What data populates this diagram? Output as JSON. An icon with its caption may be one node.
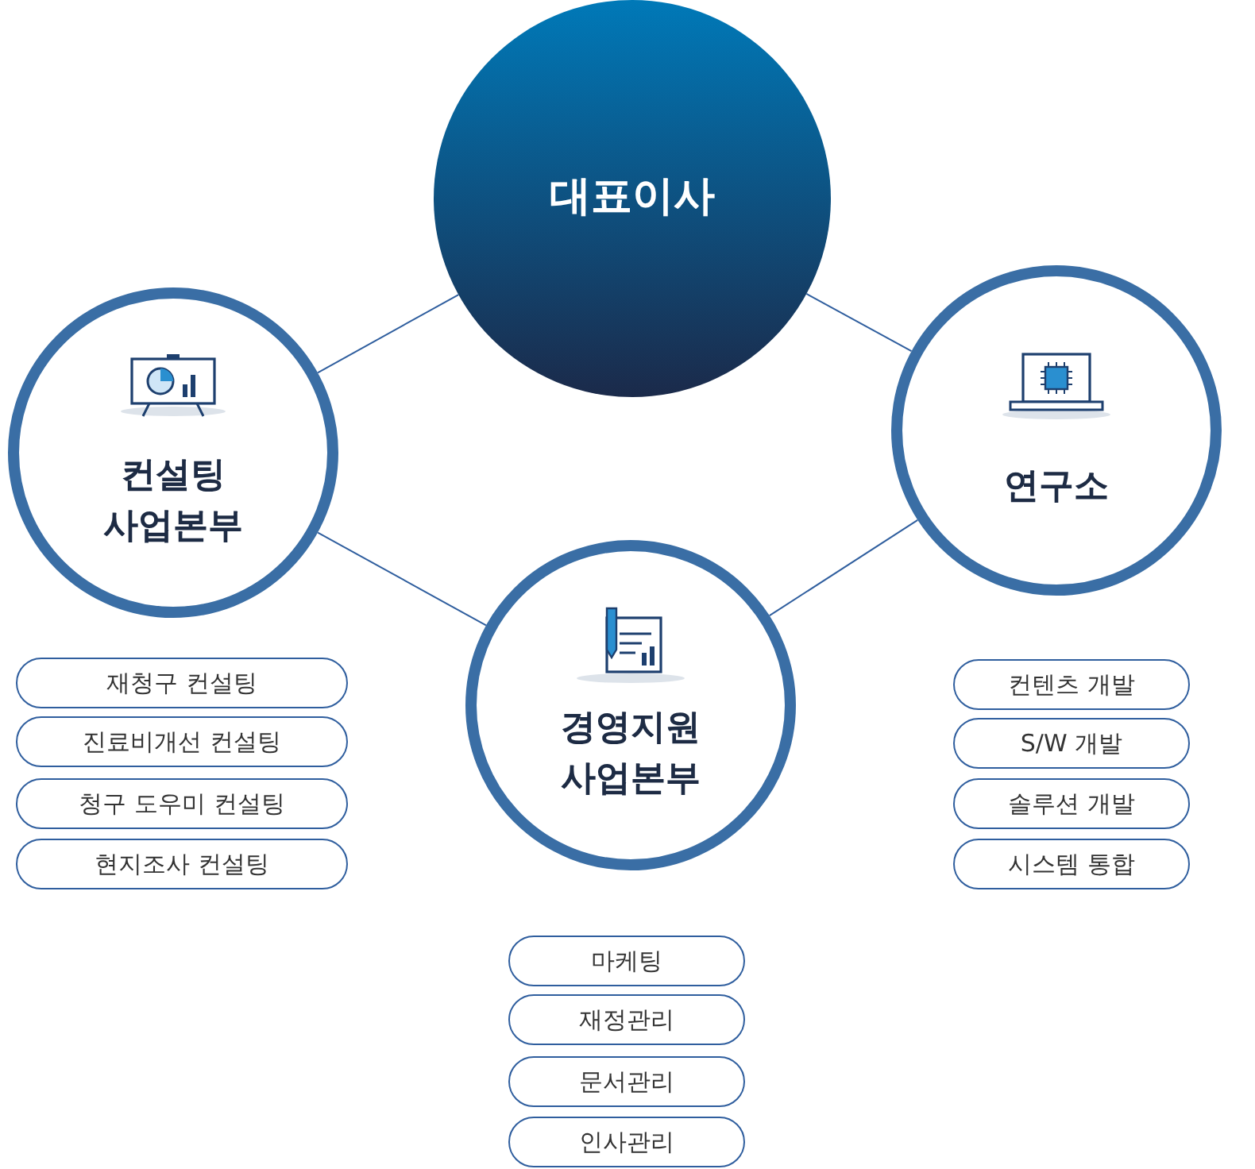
{
  "diagram": {
    "nodes": [
      {
        "text": [
          "대표이사"
        ]
      },
      {
        "text": [
          "컨설팅 사업본부"
        ]
      },
      {
        "text": [
          "연구소"
        ]
      },
      {
        "text": [
          "경영지원 사업본부"
        ]
      },
      {
        "text": [
          "재청구 컨설팅"
        ]
      },
      {
        "text": [
          "진료비개선 컨설팅"
        ]
      },
      {
        "text": [
          "청구 도우미 컨설팅"
        ]
      },
      {
        "text": [
          "현지조사 컨설팅"
        ]
      },
      {
        "text": [
          "컨텐츠 개발"
        ]
      },
      {
        "text": [
          "S/W 개발"
        ]
      },
      {
        "text": [
          "솔루션 개발"
        ]
      },
      {
        "text": [
          "시스템 통합"
        ]
      },
      {
        "text": [
          "마케팅"
        ]
      },
      {
        "text": [
          "재정관리"
        ]
      },
      {
        "text": [
          "문서관리"
        ]
      },
      {
        "text": [
          "인사관리"
        ]
      }
    ],
    "edges": [
      {
        "from": 0,
        "to": 1,
        "arrow": "none"
      },
      {
        "from": 0,
        "to": 2,
        "arrow": "none"
      },
      {
        "from": 1,
        "to": 3,
        "arrow": "none"
      },
      {
        "from": 2,
        "to": 3,
        "arrow": "none"
      }
    ]
  }
}
